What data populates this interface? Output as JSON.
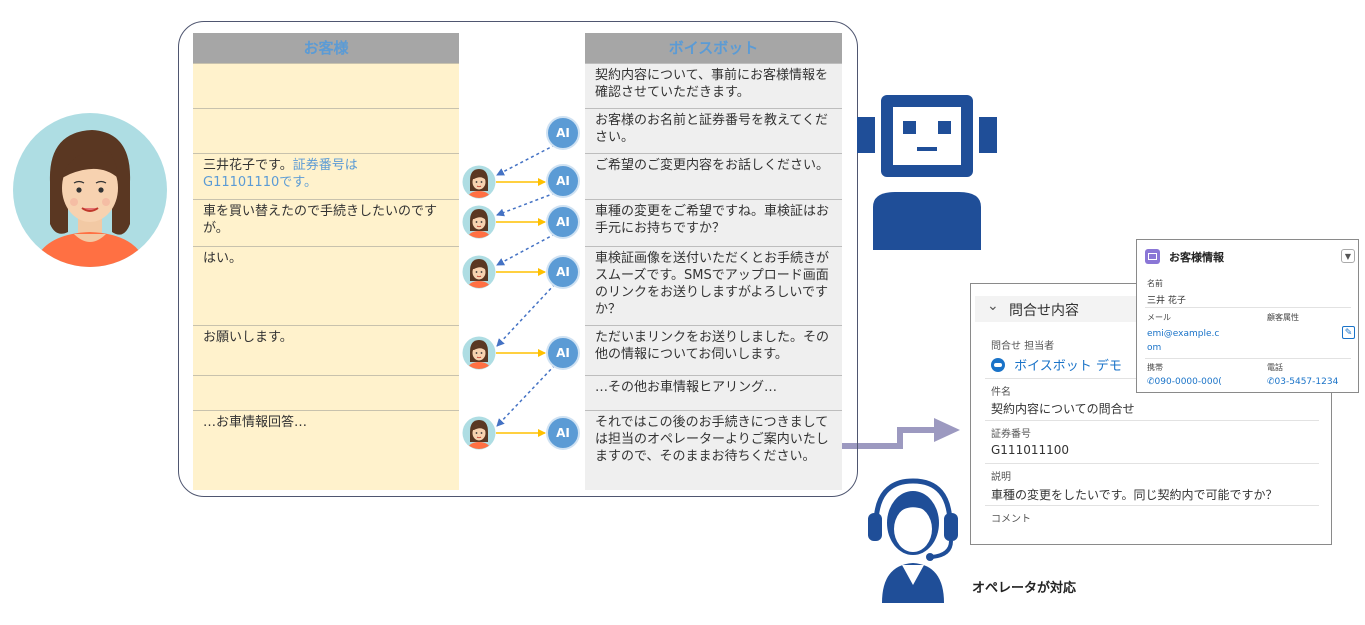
{
  "customer_column": {
    "header": "お客様",
    "rows": [
      {
        "text": "",
        "highlight": ""
      },
      {
        "text": "",
        "highlight": ""
      },
      {
        "text": "三井花子です。",
        "highlight": "証券番号は\nG11101110です。"
      },
      {
        "text": "車を買い替えたので手続きしたいのですが。",
        "highlight": ""
      },
      {
        "text": "はい。",
        "highlight": ""
      },
      {
        "text": "お願いします。",
        "highlight": ""
      },
      {
        "text": "",
        "highlight": ""
      },
      {
        "text": "…お車情報回答…",
        "highlight": ""
      }
    ]
  },
  "bot_column": {
    "header": "ボイスボット",
    "rows": [
      "契約内容について、事前にお客様情報を確認させていただきます。",
      "お客様のお名前と証券番号を教えてください。",
      "ご希望のご変更内容をお話しください。",
      "車種の変更をご希望ですね。車検証はお手元にお持ちですか？",
      "車検証画像を送付いただくとお手続きがスムーズです。SMSでアップロード画面のリンクをお送りしますがよろしいですか？",
      "ただいまリンクをお送りしました。その他の情報についてお伺いします。",
      "…その他お車情報ヒアリング…",
      "それではこの後のお手続きにつきましては担当のオペレーターよりご案内いたしますので、そのままお待ちください。"
    ]
  },
  "ai_badge": "AI",
  "inquiry_record": {
    "section_title": "問合せ内容",
    "owner_label": "問合せ 担当者",
    "owner_value": "ボイスボット デモ",
    "subject_label": "件名",
    "subject_value": "契約内容についての問合せ",
    "policy_label": "証券番号",
    "policy_value": "G111011100",
    "description_label": "説明",
    "description_value": "車種の変更をしたいです。同じ契約内で可能ですか？",
    "comment_label": "コメント"
  },
  "customer_info": {
    "title": "お客様情報",
    "name_label": "名前",
    "name_value": "三井 花子",
    "email_label": "メール",
    "email_value": "emi@example.c\nom",
    "attribute_label": "顧客属性",
    "mobile_label": "携帯",
    "mobile_value": "090-0000-000(",
    "phone_label": "電話",
    "phone_value": "03-5457-1234"
  },
  "operator_caption": "オペレータが対応",
  "colors": {
    "frame": "#4f5670",
    "header_bg": "#a6a6a6",
    "header_text": "#5b9bd5",
    "customer_bg": "#fff2cc",
    "bot_bg": "#efefef",
    "ai_circle": "#5b9bd5",
    "arrow_orange": "#ffc000",
    "arrow_dashed": "#4472c4",
    "robot": "#1f4e98",
    "operator": "#1f4e98",
    "handoff_arrow": "#9c99c0"
  }
}
